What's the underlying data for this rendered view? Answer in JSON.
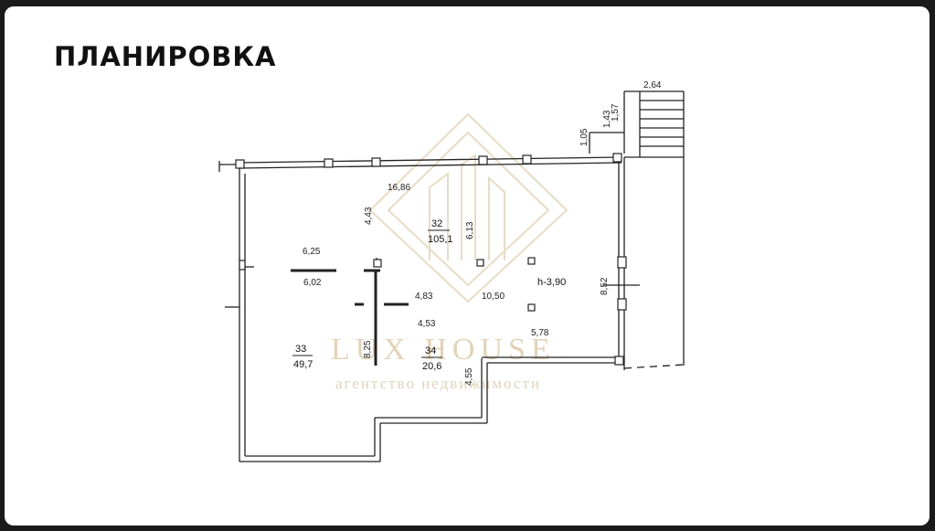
{
  "title": "ПЛАНИРОВКА",
  "watermark": {
    "name": "LUX HOUSE",
    "tagline": "агентство недвижимости",
    "color": "#e2d3b8"
  },
  "ceiling_height": "h-3,90",
  "rooms": [
    {
      "number": "32",
      "area": "105,1"
    },
    {
      "number": "33",
      "area": "49,7"
    },
    {
      "number": "34",
      "area": "20,6"
    }
  ],
  "dimensions": [
    "16,86",
    "4,43",
    "6,13",
    "6,25",
    "6,02",
    "4,83",
    "10,50",
    "8,52",
    "4,53",
    "5,78",
    "8,25",
    "4,55",
    "2,64",
    "1,57",
    "1,43",
    "1,05"
  ]
}
